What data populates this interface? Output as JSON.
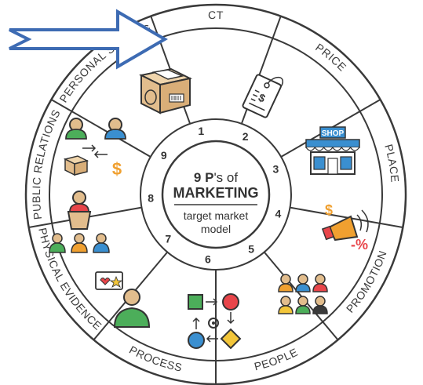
{
  "center": {
    "title_num": "9",
    "title_p": "P",
    "title_rest": "'s of",
    "title_main": "MARKETING",
    "subtitle_line1": "target market",
    "subtitle_line2": "model"
  },
  "segments": [
    {
      "number": "1",
      "label": "PRODUCT",
      "visible_label": "CT",
      "icon": "box-icon"
    },
    {
      "number": "2",
      "label": "PRICE",
      "icon": "price-tag-icon"
    },
    {
      "number": "3",
      "label": "PLACE",
      "icon": "shop-icon",
      "icon_text": "SHOP"
    },
    {
      "number": "4",
      "label": "PROMOTION",
      "icon": "megaphone-icon",
      "icon_text": "-%"
    },
    {
      "number": "5",
      "label": "PEOPLE",
      "icon": "people-icon"
    },
    {
      "number": "6",
      "label": "PROCESS",
      "icon": "flowchart-icon"
    },
    {
      "number": "7",
      "label": "PHYSICAL EVIDENCE",
      "icon": "review-icon"
    },
    {
      "number": "8",
      "label": "PUBLIC RELATIONS",
      "icon": "speaker-icon"
    },
    {
      "number": "9",
      "label": "PERSONAL SELLING",
      "icon": "sales-icon"
    }
  ],
  "colors": {
    "line": "#3a3a3a",
    "arrow_fill": "#ffffff",
    "arrow_stroke": "#3d6bb3",
    "blue": "#3a8fd0",
    "orange": "#f0a030",
    "green": "#4cae5a",
    "red": "#e8454a",
    "yellow": "#f3c63a",
    "tan": "#e2bd8d"
  }
}
